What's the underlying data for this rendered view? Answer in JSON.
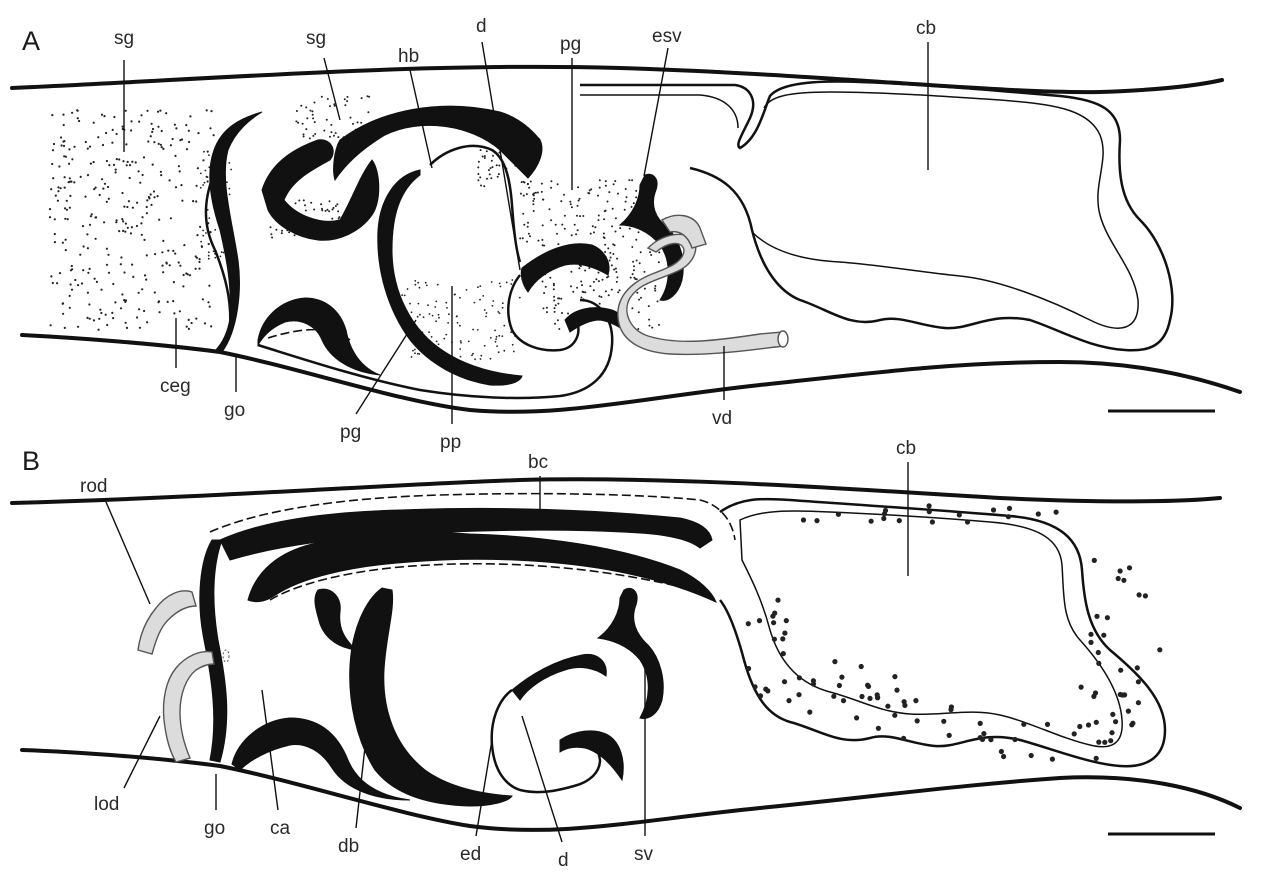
{
  "figure": {
    "panels": [
      {
        "id": "A",
        "label": "A",
        "annotations": {
          "sg_left": "sg",
          "sg_right": "sg",
          "hb": "hb",
          "d": "d",
          "pg_top": "pg",
          "esv": "esv",
          "cb": "cb",
          "ceg": "ceg",
          "go": "go",
          "pg_bottom": "pg",
          "pp": "pp",
          "vd": "vd"
        }
      },
      {
        "id": "B",
        "label": "B",
        "annotations": {
          "rod": "rod",
          "bc": "bc",
          "cb": "cb",
          "lod": "lod",
          "go": "go",
          "ca": "ca",
          "db": "db",
          "ed": "ed",
          "d": "d",
          "sv": "sv"
        }
      }
    ],
    "colors": {
      "ink": "#111111",
      "tube_fill": "#dcdcdc",
      "background": "#ffffff"
    }
  }
}
